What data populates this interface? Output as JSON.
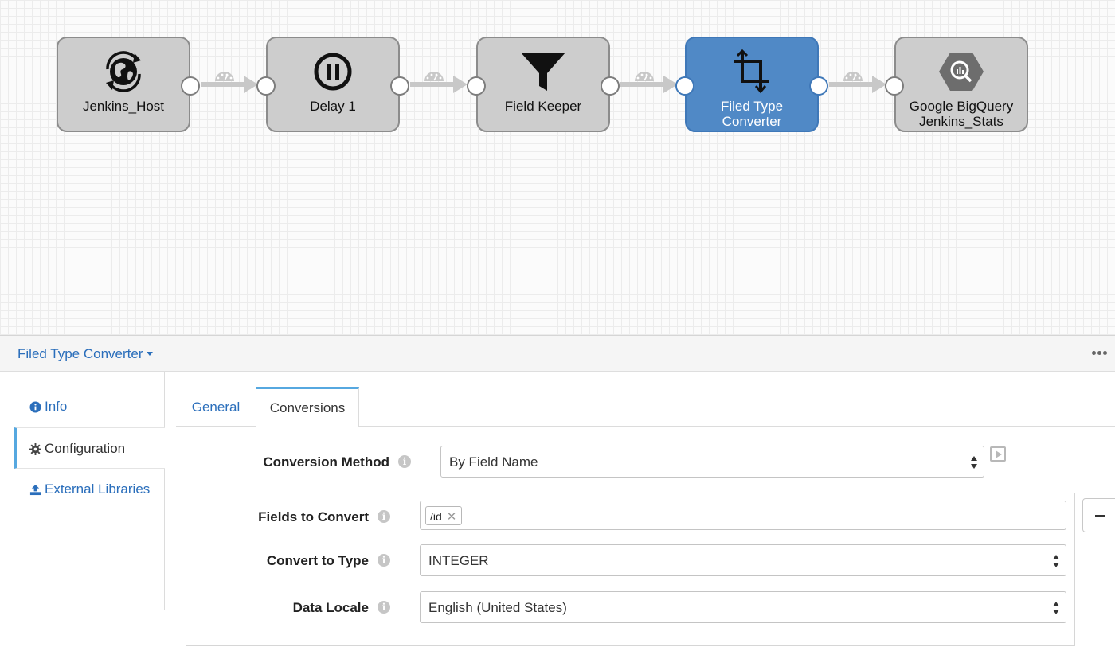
{
  "pipeline": {
    "stages": [
      {
        "label": "Jenkins_Host",
        "icon": "globe-sync-icon"
      },
      {
        "label": "Delay 1",
        "icon": "pause-icon"
      },
      {
        "label": "Field Keeper",
        "icon": "funnel-icon"
      },
      {
        "label": "Filed Type Converter",
        "icon": "crop-icon",
        "selected": true
      },
      {
        "label": "Google BigQuery\nJenkins_Stats",
        "icon": "bigquery-icon"
      }
    ],
    "link_icon": "speedometer-icon",
    "colors": {
      "selected_stage": "#5089c6",
      "stage": "#cdcdcd",
      "accent": "#56a8e0",
      "link": "#2a6ebb"
    }
  },
  "detail": {
    "stage_title": "Filed Type Converter",
    "more_icon": "more-dots-icon",
    "side_nav": [
      {
        "label": "Info",
        "icon": "info-circle-icon"
      },
      {
        "label": "Configuration",
        "icon": "gear-icon",
        "active": true
      },
      {
        "label": "External Libraries",
        "icon": "upload-icon"
      }
    ],
    "tabs": [
      {
        "label": "General"
      },
      {
        "label": "Conversions",
        "active": true
      }
    ],
    "conversion_method": {
      "label": "Conversion Method",
      "value": "By Field Name"
    },
    "fields_to_convert": {
      "label": "Fields to Convert",
      "tags": [
        "/id"
      ]
    },
    "convert_to_type": {
      "label": "Convert to Type",
      "value": "INTEGER"
    },
    "data_locale": {
      "label": "Data Locale",
      "value": "English (United States)"
    }
  }
}
